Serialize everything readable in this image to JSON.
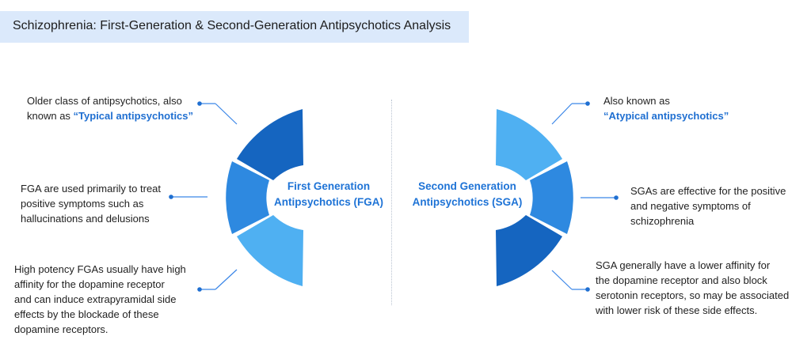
{
  "title": "Schizophrenia: First-Generation & Second-Generation Antipsychotics Analysis",
  "fga": {
    "center_line1": "First Generation",
    "center_line2": "Antipsychotics (FGA)",
    "note1_line1": "Older class of antipsychotics, also",
    "note1_line2_prefix": "known as ",
    "note1_highlight": "“Typical antipsychotics”",
    "note2_lines": [
      "FGA are used primarily to treat",
      "positive symptoms such as",
      "hallucinations and delusions"
    ],
    "note3_lines": [
      "High potency FGAs usually have high",
      "affinity for the dopamine receptor",
      "and can induce extrapyramidal side",
      "effects by the blockade of these",
      "dopamine receptors."
    ]
  },
  "sga": {
    "center_line1": "Second Generation",
    "center_line2": "Antipsychotics (SGA)",
    "note1_line1": "Also known as",
    "note1_highlight": "“Atypical antipsychotics”",
    "note2_lines": [
      "SGAs are effective for the positive",
      "and negative symptoms of",
      "schizophrenia"
    ],
    "note3_lines": [
      "SGA generally have a lower affinity for",
      "the dopamine receptor and also block",
      "serotonin receptors, so may be associated",
      "with lower risk of these side effects."
    ]
  },
  "colors": {
    "dark": "#1565c0",
    "mid": "#2e89e0",
    "light": "#4fb0f2",
    "accent": "#1f6fd1",
    "title_bg": "#dbe9fb"
  }
}
